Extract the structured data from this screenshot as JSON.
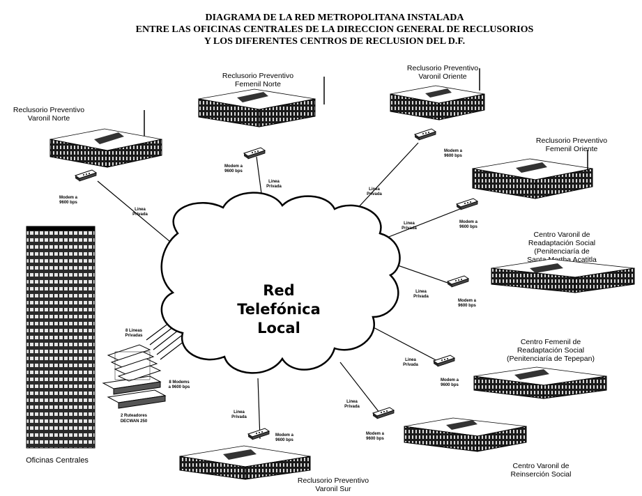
{
  "title": {
    "line1": "DIAGRAMA DE LA RED METROPOLITANA INSTALADA",
    "line2": "ENTRE LAS OFICINAS CENTRALES  DE LA DIRECCION GENERAL DE RECLUSORIOS",
    "line3": "Y LOS DIFERENTES CENTROS DE RECLUSION DEL D.F."
  },
  "cloud": {
    "line1": "Red",
    "line2": "Telefónica",
    "line3": "Local"
  },
  "hq": {
    "name": "Oficinas Centrales",
    "lines_label": [
      "8 Lineas",
      "Privadas"
    ],
    "modems_label": [
      "8 Modems",
      "a 9600 bps"
    ],
    "routers_label": [
      "2 Ruteadores",
      "DECWAN 250"
    ]
  },
  "sites": [
    {
      "id": "rpvn",
      "name": [
        "Reclusorio Preventivo",
        "Varonil Norte"
      ],
      "modem": [
        "Modem a",
        "9600 bps"
      ],
      "line": [
        "Linea",
        "Privada"
      ]
    },
    {
      "id": "rpfn",
      "name": [
        "Reclusorio Preventivo",
        "Femenil Norte"
      ],
      "modem": [
        "Modem a",
        "9600 bps"
      ],
      "line": [
        "Linea",
        "Privada"
      ]
    },
    {
      "id": "rpvo",
      "name": [
        "Reclusorio Preventivo",
        "Varonil Oriente"
      ],
      "modem": [
        "Modem a",
        "9600 bps"
      ],
      "line": [
        "Linea",
        "Privada"
      ]
    },
    {
      "id": "rpfo",
      "name": [
        "Reclusorio Preventivo",
        "Femenil Oriente"
      ],
      "modem": [
        "Modem a",
        "9600 bps"
      ],
      "line": [
        "Linea",
        "Privada"
      ]
    },
    {
      "id": "cvrs",
      "name": [
        "Centro Varonil de",
        "Readaptación Social",
        "(Penitenciaría de",
        "Santa Martha Acatitla"
      ],
      "modem": [
        "Modem a",
        "9600 bps"
      ],
      "line": [
        "Linea",
        "Privada"
      ]
    },
    {
      "id": "cfrs",
      "name": [
        "Centro Femenil de",
        "Readaptación Social",
        "(Penitenciaría de Tepepan)"
      ],
      "modem": [
        "Modem a",
        "9600 bps"
      ],
      "line": [
        "Linea",
        "Privada"
      ]
    },
    {
      "id": "cvris",
      "name": [
        "Centro Varonil de",
        "Reinserción Social"
      ],
      "modem": [
        "Modem a",
        "9600 bps"
      ],
      "line": [
        "Linea",
        "Privada"
      ]
    },
    {
      "id": "rpvs",
      "name": [
        "Reclusorio Preventivo",
        "Varonil Sur"
      ],
      "modem": [
        "Modem a",
        "9600 bps"
      ],
      "line": [
        "Linea",
        "Privada"
      ]
    }
  ]
}
